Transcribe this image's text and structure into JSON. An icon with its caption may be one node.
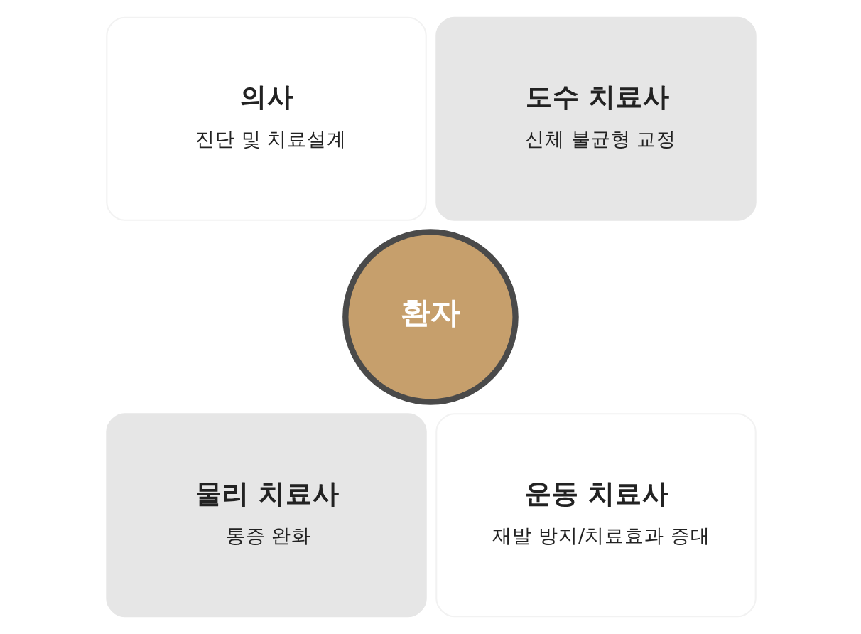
{
  "diagram": {
    "nodes": [
      {
        "text": [
          "의사",
          "진단 및 치료설계"
        ]
      },
      {
        "text": [
          "도수 치료사",
          "신체 불균형 교정"
        ]
      },
      {
        "text": [
          "환자"
        ]
      },
      {
        "text": [
          "물리 치료사",
          "통증 완화"
        ]
      },
      {
        "text": [
          "운동 치료사",
          "재발 방지/치료효과 증대"
        ]
      }
    ]
  }
}
